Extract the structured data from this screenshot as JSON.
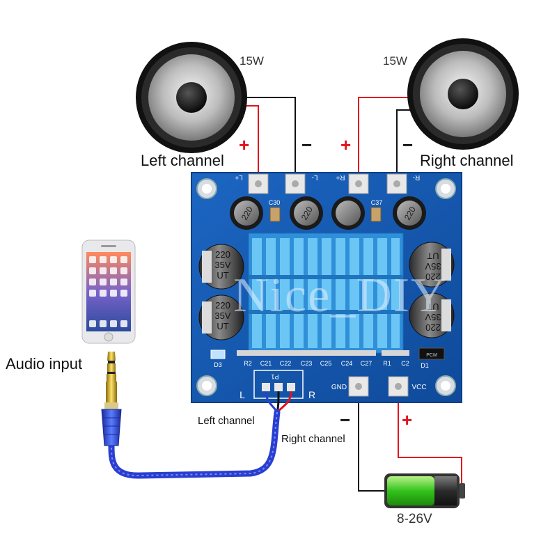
{
  "speakers": {
    "left": {
      "power": "15W",
      "label": "Left channel"
    },
    "right": {
      "power": "15W",
      "label": "Right channel"
    }
  },
  "signs": {
    "plus": "+",
    "minus": "−"
  },
  "audio": {
    "label": "Audio input"
  },
  "wires": {
    "left_label": "Left channel",
    "right_label": "Right channel"
  },
  "battery": {
    "label": "8-26V"
  },
  "board": {
    "watermark": "Nice_DIY",
    "terminals": [
      "L+",
      "L-",
      "R+",
      "R-"
    ],
    "power_terminals": [
      "GND",
      "VCC"
    ],
    "inductor_marking": "220",
    "capacitor_marking": [
      "220",
      "35V",
      "UT"
    ],
    "cap_labels": [
      "C30",
      "C37"
    ],
    "bottom_labels": [
      "R2",
      "C21",
      "C22",
      "C23",
      "C25",
      "C24",
      "C27",
      "R1",
      "C2"
    ],
    "led_label": "D3",
    "diode_label": "D1",
    "diode_marking": "PCM",
    "input_labels": [
      "L",
      "R"
    ],
    "header_label": "P1"
  },
  "colors": {
    "board": "#1a5fb4",
    "heatsink": "#3ba7e8",
    "positive_wire": "#e0141e",
    "negative_wire": "#111111",
    "cable": "#2a3fcf",
    "battery_charge": "#34c21c"
  }
}
